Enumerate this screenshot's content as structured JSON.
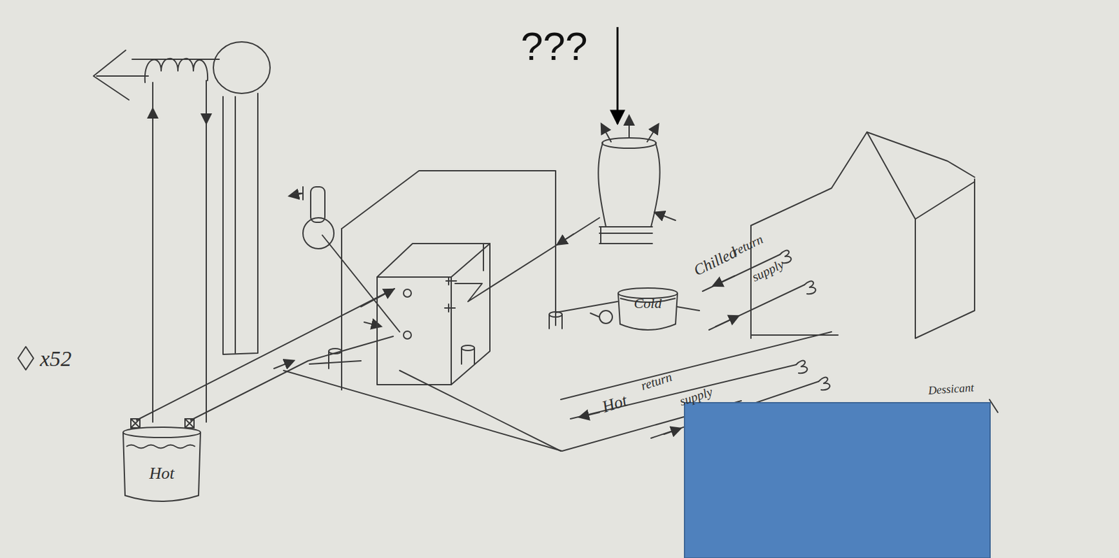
{
  "diagram": {
    "nodes": [
      {
        "text": [
          "Hot"
        ]
      },
      {
        "text": [
          "Cold"
        ]
      }
    ],
    "labels": [
      "???",
      "x52",
      "Chilled",
      "return",
      "supply",
      "Hot",
      "return",
      "supply",
      "Dessicant"
    ]
  }
}
